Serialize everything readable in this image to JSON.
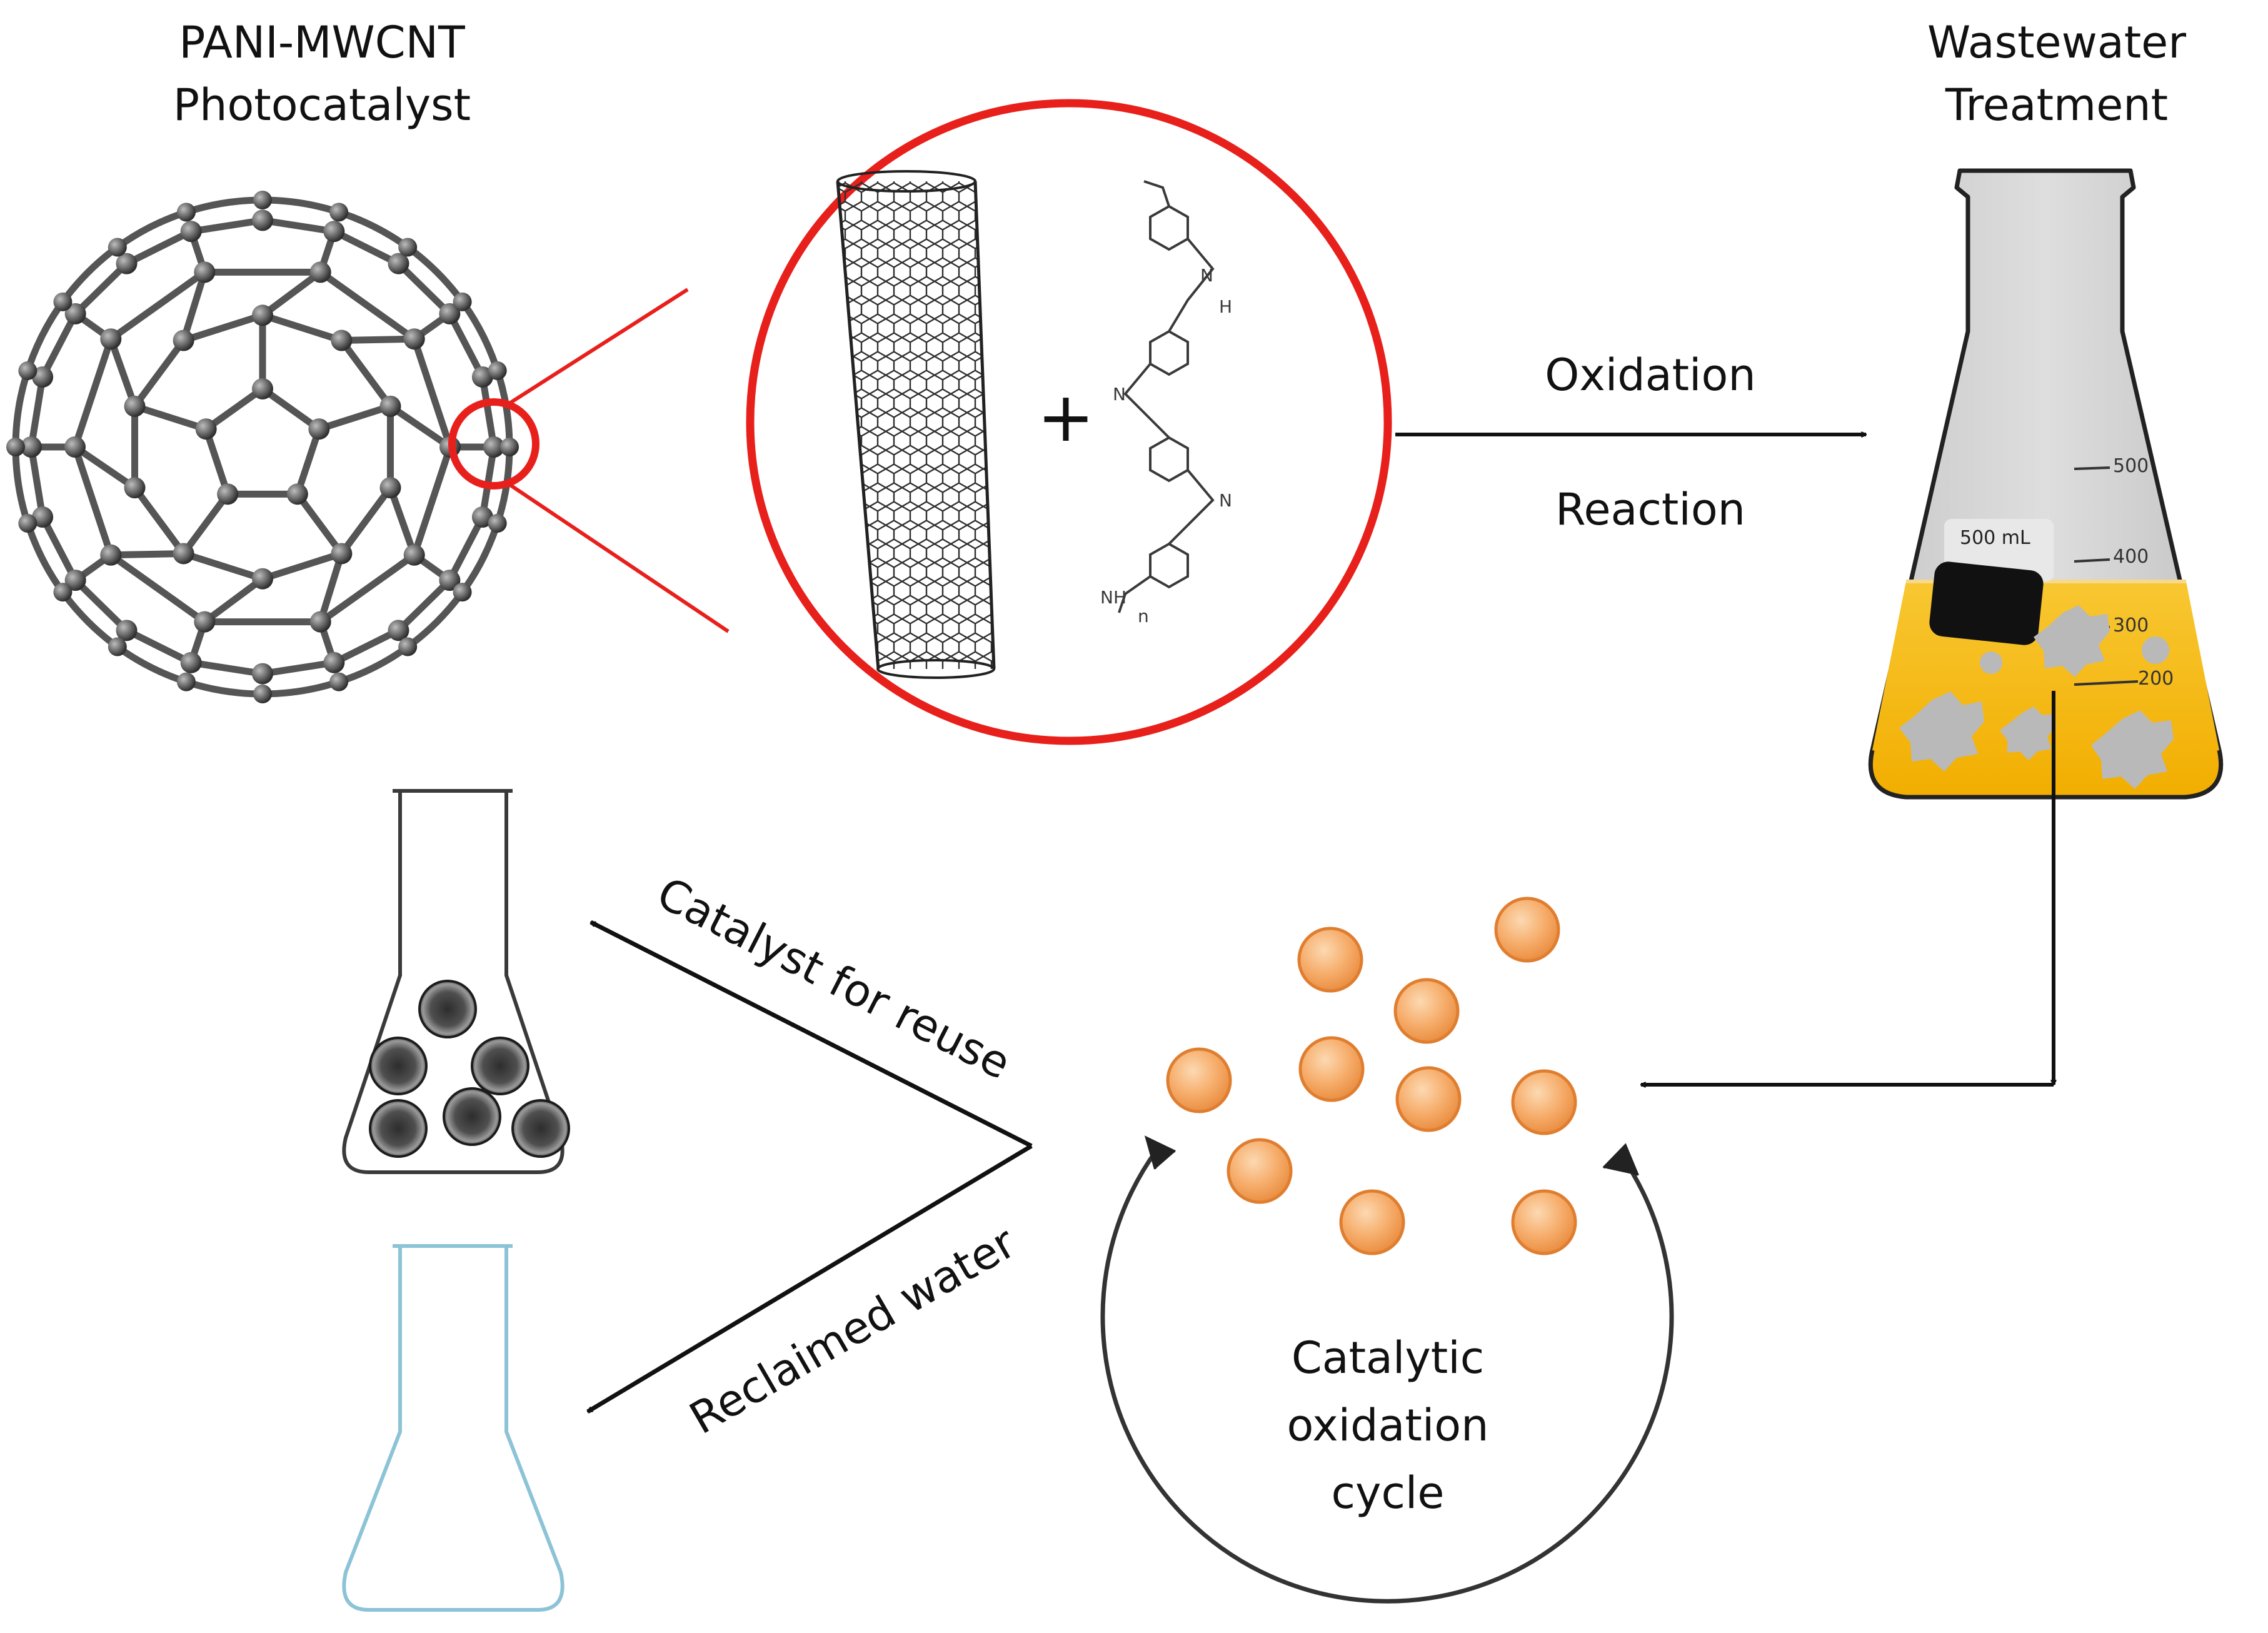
{
  "labels": {
    "catalyst_title_line1": "PANI-MWCNT",
    "catalyst_title_line2": "Photocatalyst",
    "wastewater_line1": "Wastewater",
    "wastewater_line2": "Treatment",
    "oxidation": "Oxidation",
    "reaction": "Reaction",
    "catalyst_reuse": "Catalyst for reuse",
    "reclaimed_water": "Reclaimed water",
    "cycle_line1": "Catalytic",
    "cycle_line2": "oxidation",
    "cycle_line3": "cycle",
    "plus": "+"
  },
  "flask": {
    "volume_label": "500 mL",
    "marks": [
      "500",
      "400",
      "300",
      "200"
    ]
  },
  "colors": {
    "magnifier_red": "#e8201c",
    "wastewater_yellow": "#f6b800",
    "flask_gray": "#d4d4d4",
    "particle_orange": "#f4a35a",
    "reclaimed_blue": "#8cc3d6",
    "catalyst_dark": "#4a4a4a"
  }
}
